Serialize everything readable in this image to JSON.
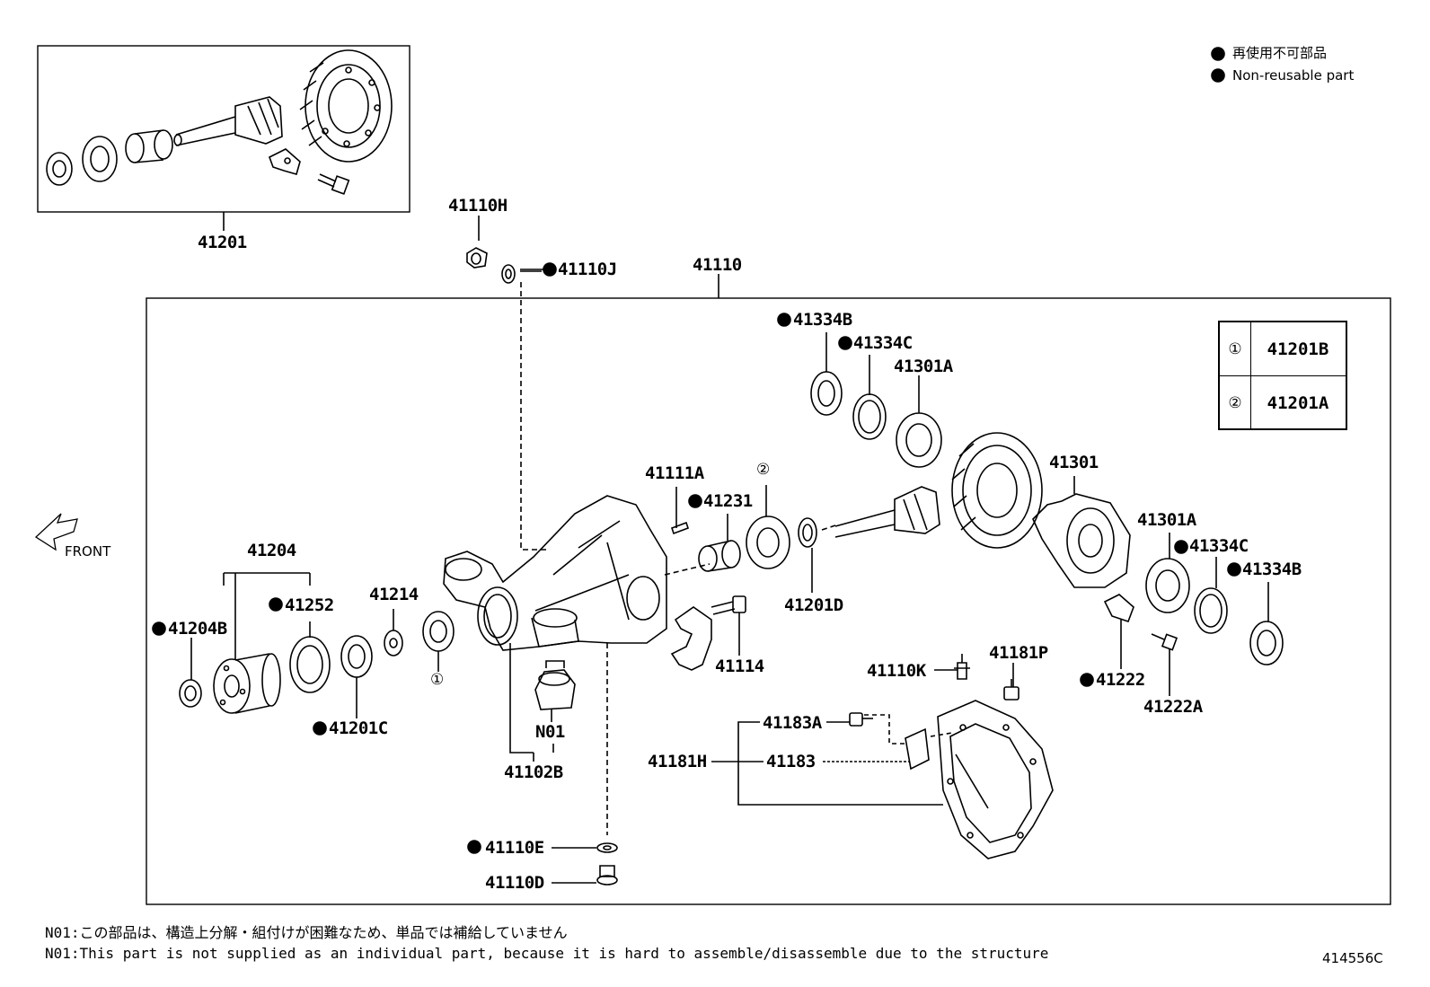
{
  "legend": {
    "jp": "再使用不可部品",
    "en": "Non-reusable part"
  },
  "front_label": "FRONT",
  "figure_code": "414556C",
  "notes": {
    "jp": "N01:この部品は、構造上分解・組付けが困難なため、単品では補給していません",
    "en": "N01:This part is not supplied as an individual part, because it is hard to assemble/disassemble due to the structure"
  },
  "ref_table": [
    {
      "symbol": "①",
      "part": "41201B"
    },
    {
      "symbol": "②",
      "part": "41201A"
    }
  ],
  "labels": {
    "p41201": "41201",
    "p41110H": "41110H",
    "p41110J": "41110J",
    "p41110": "41110",
    "p41334B_top": "41334B",
    "p41334C_top": "41334C",
    "p41301A_top": "41301A",
    "p41301": "41301",
    "p41111A": "41111A",
    "p41231": "41231",
    "p41201D": "41201D",
    "p41301A_right": "41301A",
    "p41334C_right": "41334C",
    "p41334B_right": "41334B",
    "p41204": "41204",
    "p41214": "41214",
    "p41252": "41252",
    "p41204B": "41204B",
    "p41201C": "41201C",
    "p41114": "41114",
    "p41110K": "41110K",
    "p41181P": "41181P",
    "p41222": "41222",
    "p41222A": "41222A",
    "pN01": "N01",
    "p41102B": "41102B",
    "p41183A": "41183A",
    "p41181H": "41181H",
    "p41183": "41183",
    "p41110E": "41110E",
    "p41110D": "41110D",
    "circle1": "①",
    "circle2": "②"
  }
}
